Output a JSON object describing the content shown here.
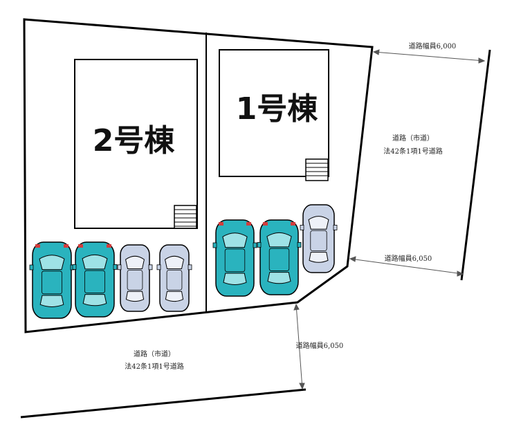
{
  "buildings": {
    "building_1": "1号棟",
    "building_2": "2号棟"
  },
  "roads": {
    "east_road_width": "道路幅員6,000",
    "east_road_name": "道路（市道）",
    "east_road_law": "法42条1項1号道路",
    "east_road_width_2": "道路幅員6,050",
    "south_road_width": "道路幅員6,050",
    "south_road_name": "道路（市道）",
    "south_road_law": "法42条1項1号道路"
  },
  "colors": {
    "car_teal": "#2ab3be",
    "car_teal_light": "#9ee2e6",
    "car_silver": "#c9d3e6",
    "car_silver_light": "#eef1f8",
    "outline": "#000000"
  }
}
